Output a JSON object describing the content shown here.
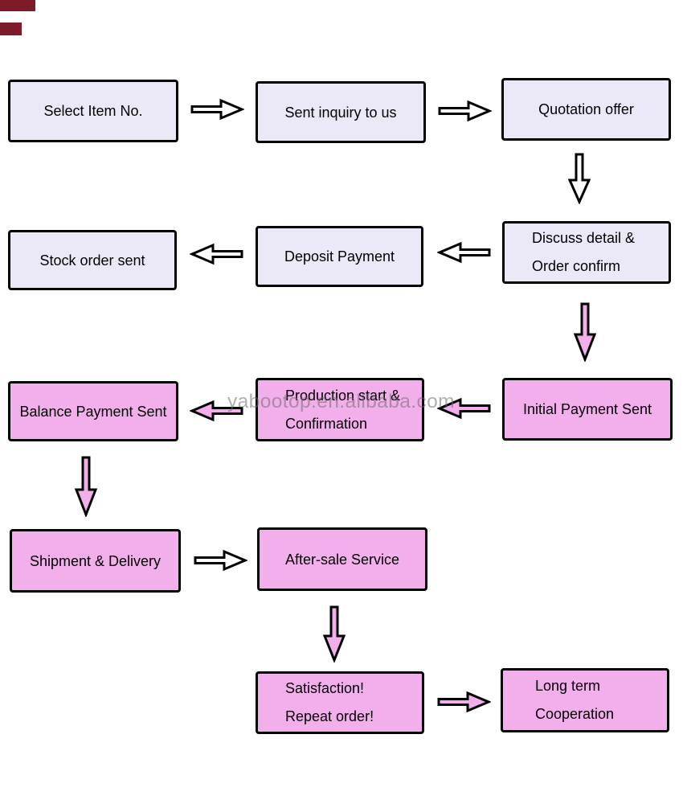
{
  "diagram": {
    "title_hint": "order process flowchart",
    "watermark": "yabootop.en.alibaba.com",
    "colors": {
      "box_lavender": "#EBE8F8",
      "box_pink": "#F3AFEC",
      "arrow_white": "#FFFFFF",
      "arrow_pink": "#F3AFEC",
      "border_black": "#000000",
      "watermark_gray": "#6E6E6E",
      "corner_red": "#7E1B2B"
    },
    "nodes": {
      "select_item": {
        "label": "Select Item No."
      },
      "sent_inquiry": {
        "label": "Sent inquiry to us"
      },
      "quotation": {
        "label": "Quotation offer"
      },
      "discuss": {
        "line1": "Discuss detail &",
        "line2": "Order confirm"
      },
      "deposit": {
        "label": "Deposit Payment"
      },
      "stock": {
        "label": "Stock order sent"
      },
      "initial_payment": {
        "label": "Initial Payment Sent"
      },
      "production": {
        "line1": "Production start &",
        "line2": "Confirmation"
      },
      "balance": {
        "label": "Balance Payment Sent"
      },
      "shipment": {
        "label": "Shipment & Delivery"
      },
      "aftersale": {
        "label": "After-sale Service"
      },
      "satisfaction": {
        "line1": "Satisfaction!",
        "line2": "Repeat order!"
      },
      "longterm": {
        "line1": "Long term",
        "line2": "Cooperation"
      }
    }
  }
}
